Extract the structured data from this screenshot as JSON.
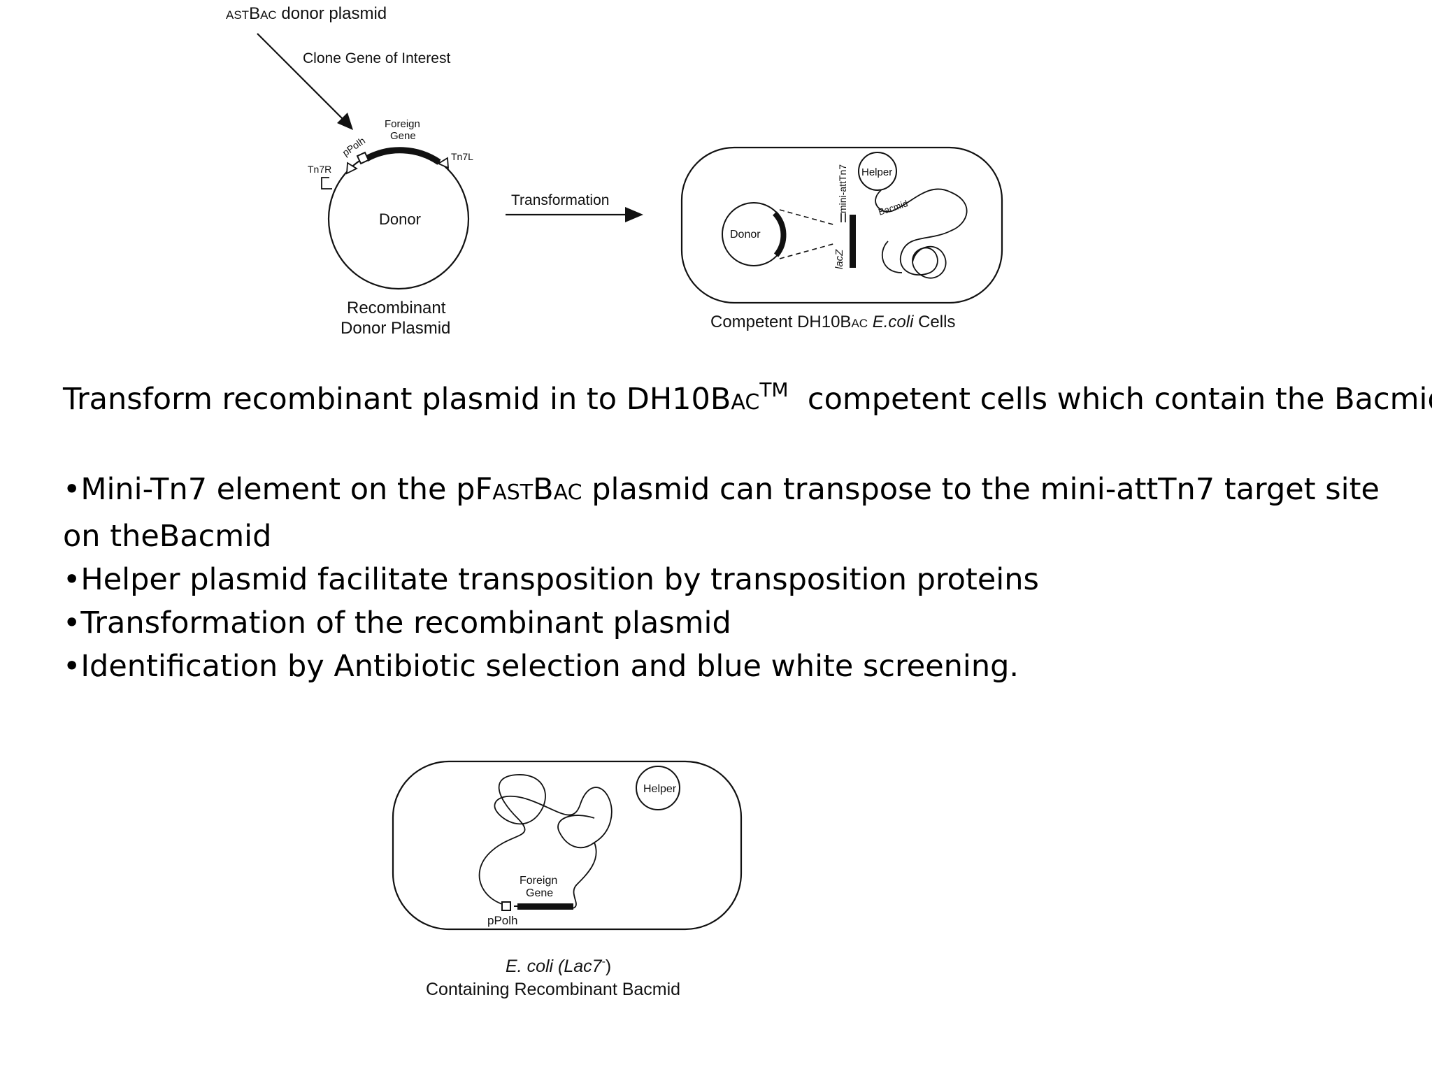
{
  "top_figure": {
    "title_small": "AST",
    "title_big": "B",
    "title_small2": "AC",
    "title_rest": " donor plasmid",
    "clone_label": "Clone Gene of Interest",
    "foreign_gene_line1": "Foreign",
    "foreign_gene_line2": "Gene",
    "ppolh": "pPolh",
    "tn7r": "Tn7R",
    "tn7l": "Tn7L",
    "donor": "Donor",
    "recombinant_line1": "Recombinant",
    "recombinant_line2": "Donor Plasmid",
    "transformation": "Transformation",
    "cell_donor": "Donor",
    "helper": "Helper",
    "bacmid": "Bacmid",
    "lacz": "lacZ",
    "mini_att": "mini-attTn7",
    "competent_prefix": "Competent DH10B",
    "competent_small": "AC",
    "competent_italic": "E.coli",
    "competent_suffix": "Cells"
  },
  "text": {
    "line1_a": "Transform recombinant plasmid in to DH10B",
    "line1_sc": "AC",
    "line1_tm": "TM",
    "line1_b": "  competent cells which contain the Bacmid",
    "bullets": [
      {
        "p1": "•Mini-Tn7 element on the pF",
        "sc1": "AST",
        "p2": "B",
        "sc2": "AC",
        "p3": " plasmid can transpose to the mini-attTn7 target site on theBacmid"
      },
      {
        "text": "•Helper plasmid facilitate transposition by transposition proteins"
      },
      {
        "text": "•Transformation of the recombinant plasmid"
      },
      {
        "text": "•Identification by Antibiotic selection and blue white screening."
      }
    ]
  },
  "bottom_figure": {
    "helper": "Helper",
    "foreign_gene_line1": "Foreign",
    "foreign_gene_line2": "Gene",
    "ppolh": "pPolh",
    "caption_italic": "E. coli",
    "caption_paren": "(Lac7",
    "caption_sup": "-",
    "caption_close": ")",
    "caption_line2": "Containing Recombinant Bacmid"
  }
}
